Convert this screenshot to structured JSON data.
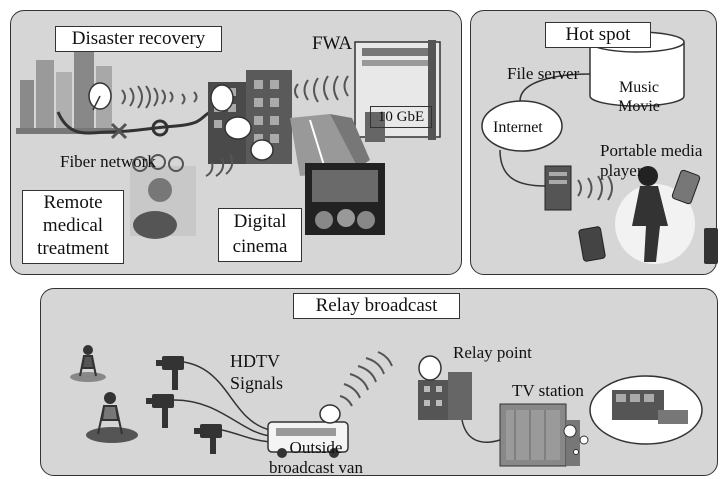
{
  "panels": {
    "disaster": {
      "title": "Disaster recovery",
      "fwa": "FWA",
      "gbe": "10 GbE",
      "fiber": "Fiber network",
      "remote_line1": "Remote",
      "remote_line2": "medical",
      "remote_line3": "treatment",
      "digital_line1": "Digital",
      "digital_line2": "cinema"
    },
    "hotspot": {
      "title": "Hot spot",
      "file_server": "File server",
      "music": "Music",
      "movie": "Movie",
      "internet": "Internet",
      "portable_line1": "Portable media",
      "portable_line2": "player"
    },
    "relay": {
      "title": "Relay broadcast",
      "hdtv_line1": "HDTV",
      "hdtv_line2": "Signals",
      "relay_point": "Relay point",
      "tv_station": "TV station",
      "van_line1": "Outside",
      "van_line2": "broadcast van"
    }
  }
}
